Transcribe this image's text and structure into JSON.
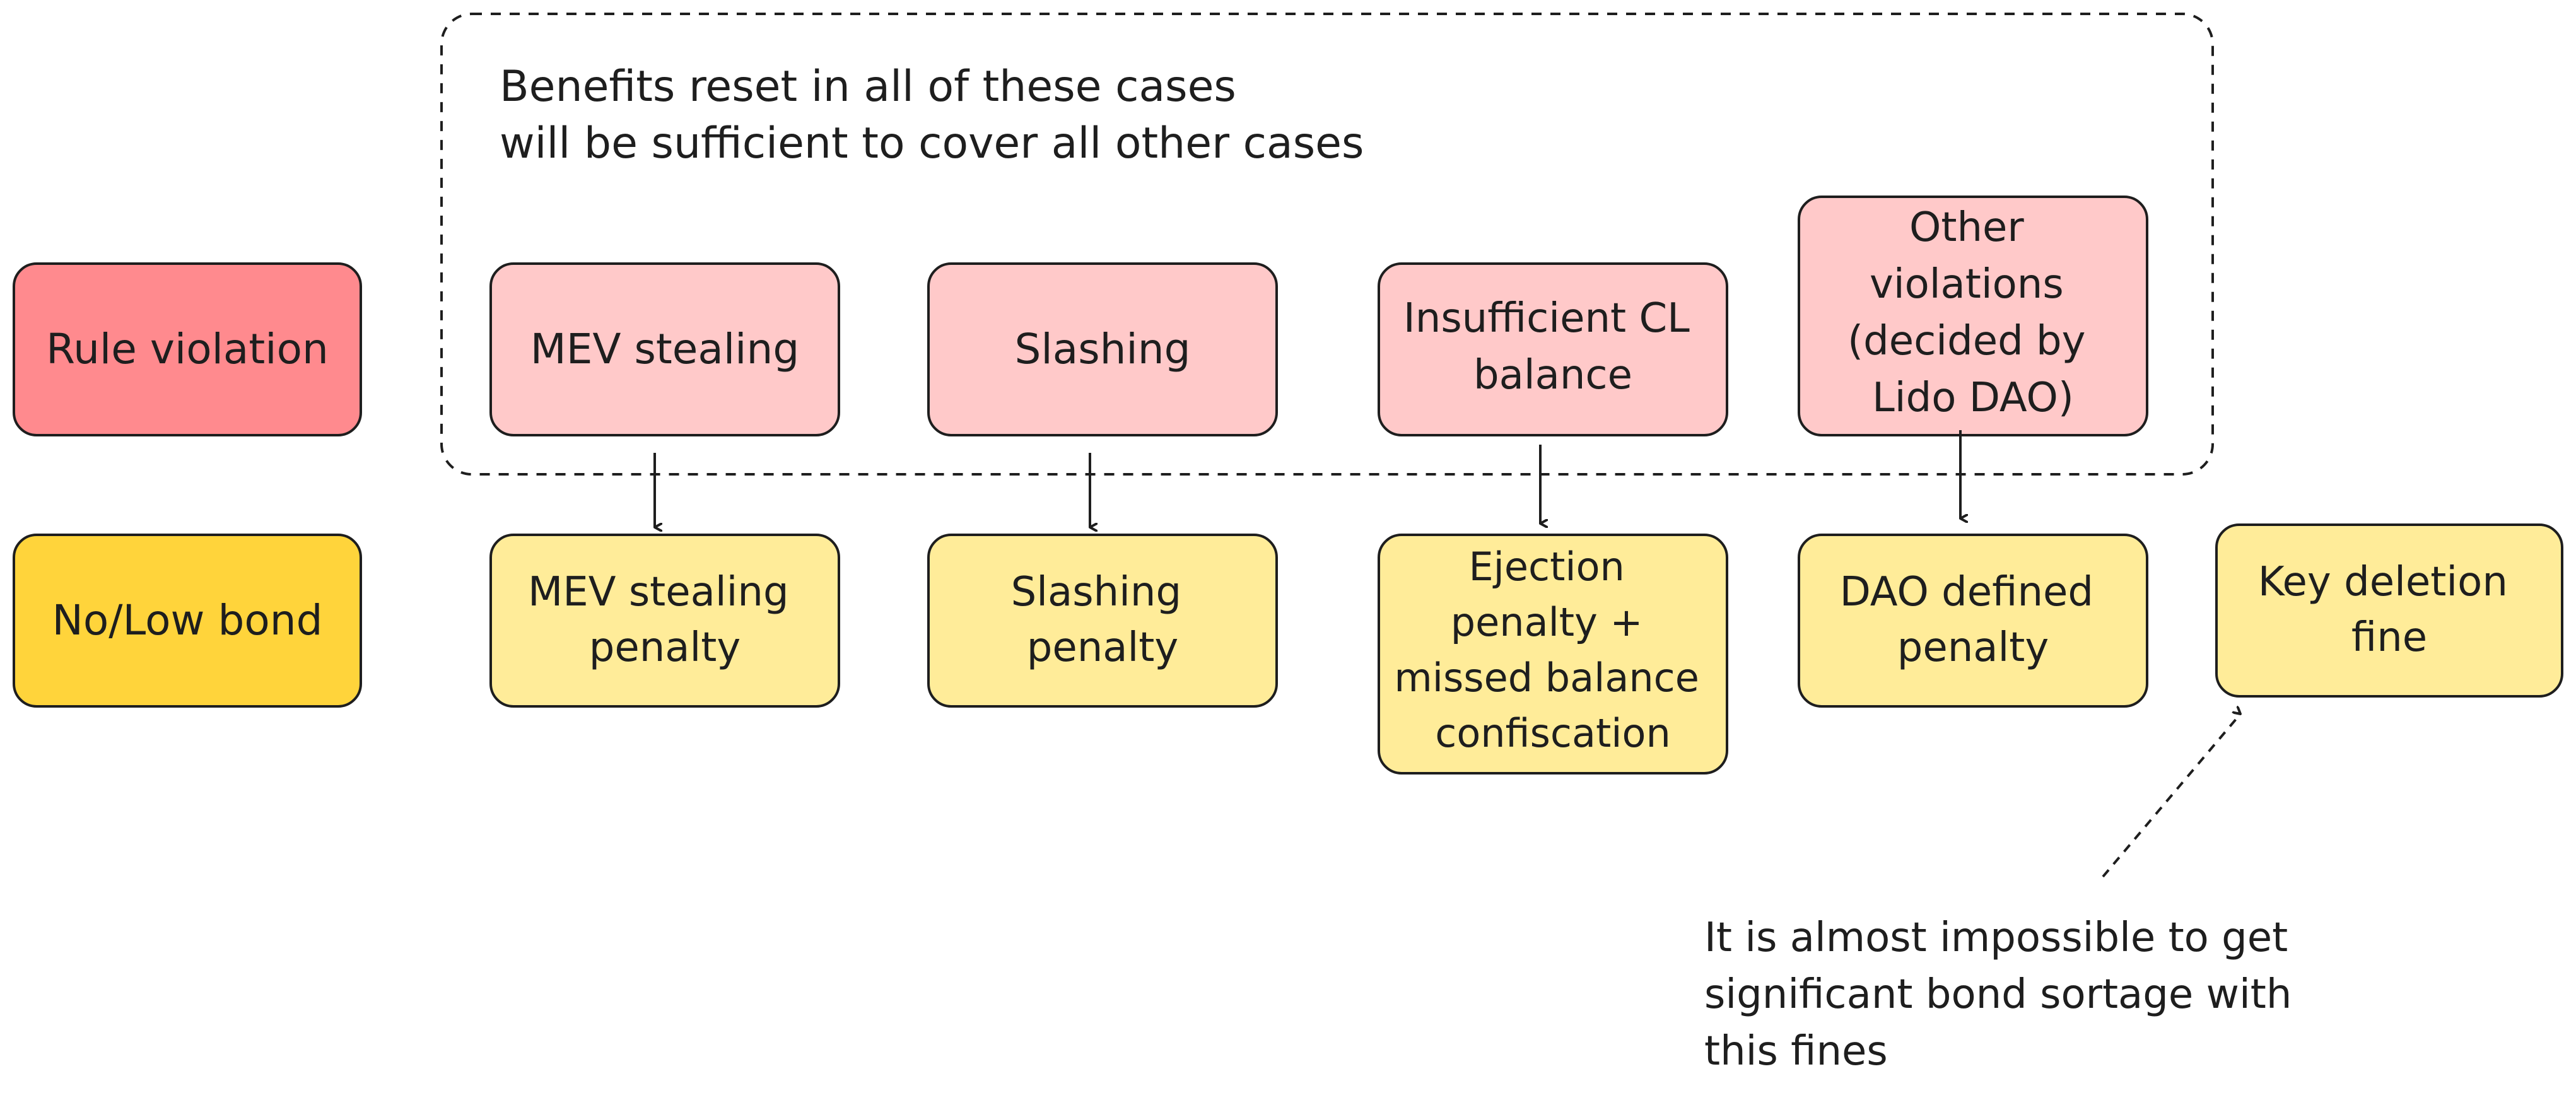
{
  "group": {
    "caption": [
      "Benefits reset in all of these cases",
      "will be sufficient to cover all other cases"
    ]
  },
  "nodes": {
    "rule_violation": {
      "lines": [
        "Rule violation"
      ]
    },
    "mev_stealing": {
      "lines": [
        "MEV stealing"
      ]
    },
    "slashing": {
      "lines": [
        "Slashing"
      ]
    },
    "insufficient_cl": {
      "lines": [
        "Insufficient CL",
        "balance"
      ]
    },
    "other_violations": {
      "lines": [
        "Other",
        "violations",
        "(decided by",
        "Lido DAO)"
      ]
    },
    "no_low_bond": {
      "lines": [
        "No/Low bond"
      ]
    },
    "mev_penalty": {
      "lines": [
        "MEV stealing",
        "penalty"
      ]
    },
    "slashing_penalty": {
      "lines": [
        "Slashing",
        "penalty"
      ]
    },
    "ejection_penalty": {
      "lines": [
        "Ejection",
        "penalty +",
        "missed balance",
        "confiscation"
      ]
    },
    "dao_penalty": {
      "lines": [
        "DAO defined",
        "penalty"
      ]
    },
    "key_deletion": {
      "lines": [
        "Key deletion",
        "fine"
      ]
    }
  },
  "note": {
    "lines": [
      "It is almost impossible to get",
      "significant bond sortage with",
      "this fines"
    ]
  },
  "colors": {
    "stroke": "#1e1e1e",
    "rule_red": "#ff8a8e",
    "violation_pink": "#ffc9c9",
    "bond_orange": "#ffd43b",
    "penalty_yellow": "#ffec99"
  }
}
